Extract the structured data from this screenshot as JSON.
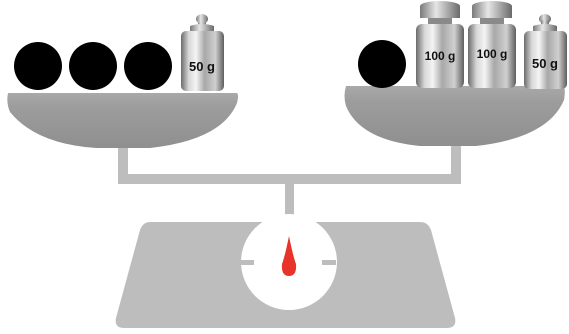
{
  "scale": {
    "left_pan": {
      "balls": 3,
      "weights": [
        {
          "label": "50 g"
        }
      ]
    },
    "right_pan": {
      "balls": 1,
      "weights": [
        {
          "label": "100 g"
        },
        {
          "label": "100 g"
        },
        {
          "label": "50 g"
        }
      ]
    },
    "colors": {
      "scale_body": "#bdbdbd",
      "pan_dark": "#9a9a9a",
      "ball": "#000000",
      "needle": "#e8332a",
      "dial_face": "#ffffff"
    }
  }
}
